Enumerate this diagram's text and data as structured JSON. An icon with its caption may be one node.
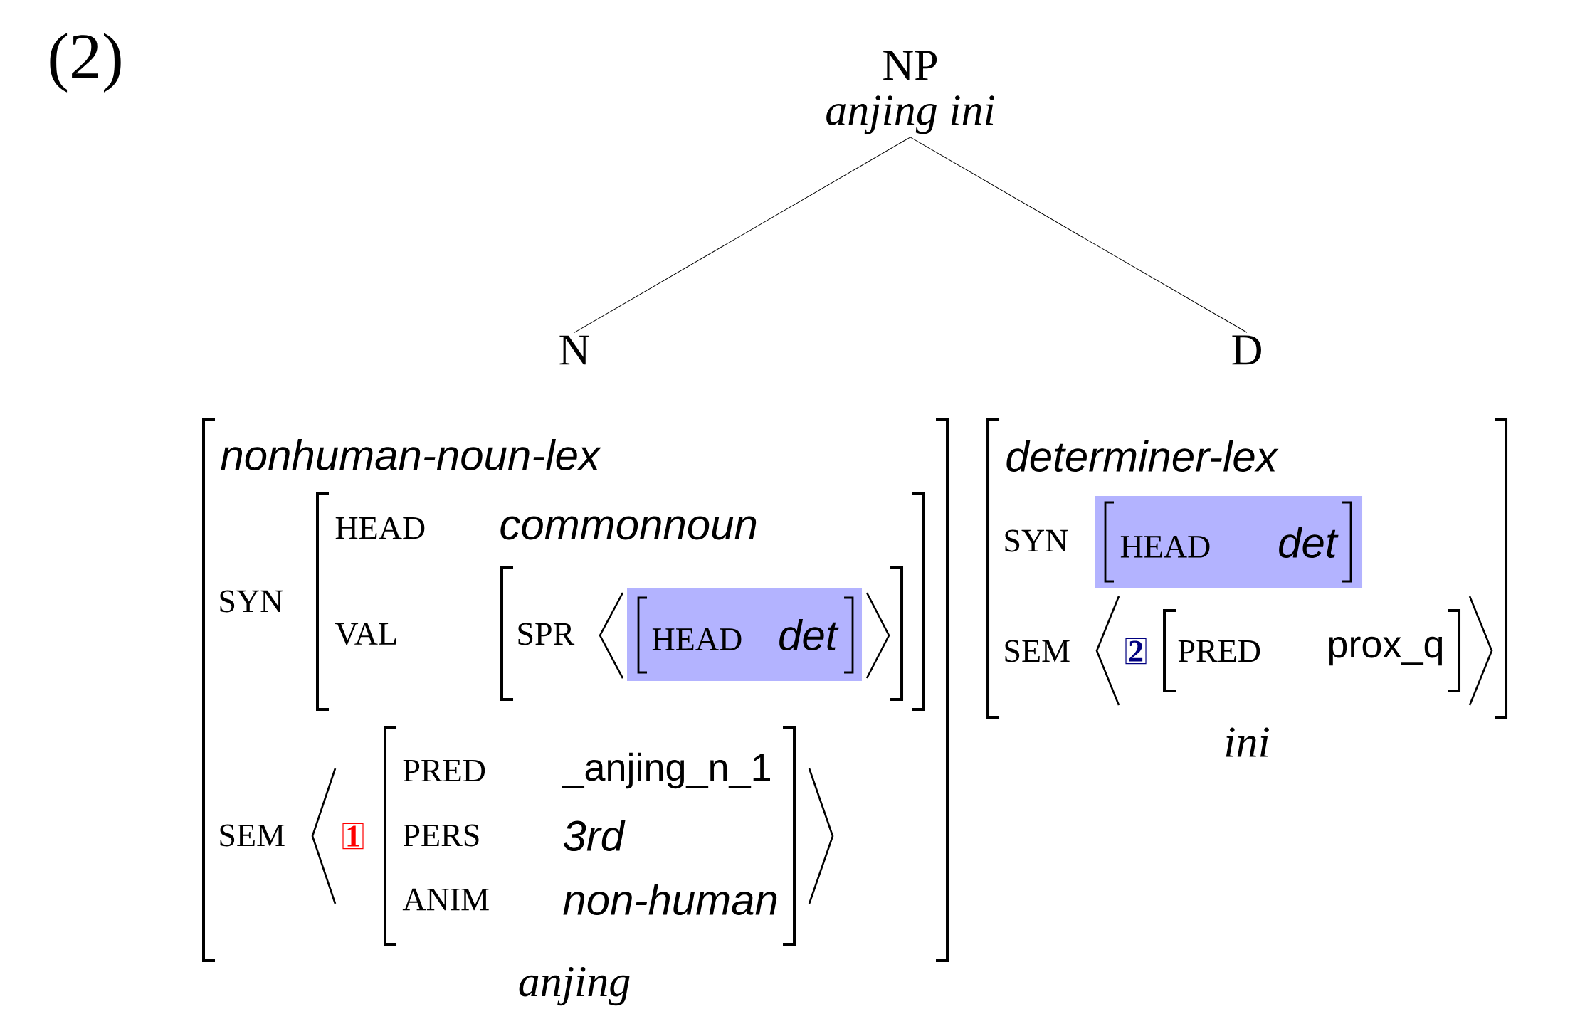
{
  "diagram": {
    "nodes": [
      {
        "text": [
          "NP",
          "anjing ini"
        ]
      },
      {
        "text": [
          "N"
        ]
      },
      {
        "text": [
          "D"
        ]
      },
      {
        "text": [
          "HEAD",
          "det"
        ]
      },
      {
        "text": [
          "1"
        ]
      },
      {
        "text": [
          "HEAD",
          "det"
        ]
      },
      {
        "text": [
          "2"
        ]
      }
    ],
    "edges": [
      {
        "from": 0,
        "to": 1,
        "arrow": "none"
      },
      {
        "from": 0,
        "to": 2,
        "arrow": "none"
      }
    ],
    "labels": [
      "(2)",
      "nonhuman-noun-lex",
      "SYN",
      "HEAD",
      "commonnoun",
      "VAL",
      "SPR",
      "SEM",
      "PRED",
      "_anjing_n_1",
      "PERS",
      "3rd",
      "ANIM",
      "non-human",
      "anjing",
      "determiner-lex",
      "SYN",
      "SEM",
      "PRED",
      "prox_q",
      "ini"
    ]
  }
}
